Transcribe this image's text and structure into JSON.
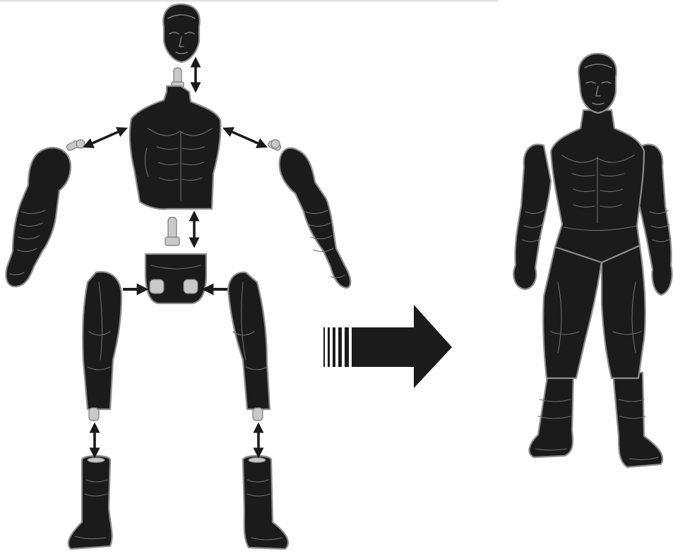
{
  "diagram": {
    "left_group": "disassembled-action-figure-parts",
    "right_group": "assembled-action-figure",
    "connector": "big-right-arrow-with-motion-bars",
    "joint_arrow_icon": "double-headed-arrow",
    "colors": {
      "figure_fill": "#1b1b1b",
      "figure_outline": "#8d8d8d",
      "peg_fill": "#c9c9c9",
      "background": "#ffffff"
    }
  }
}
